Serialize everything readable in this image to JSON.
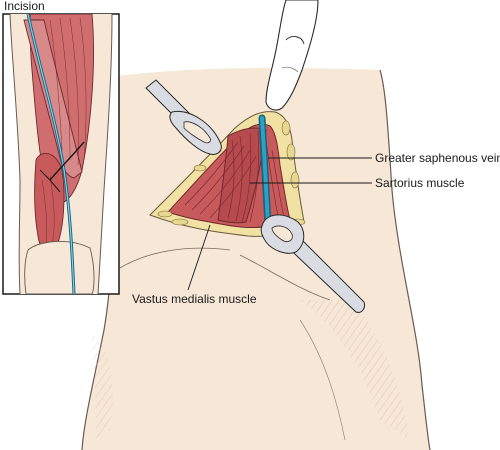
{
  "labels": {
    "inset": "Incision",
    "vein": "Greater saphenous vein",
    "sartorius": "Sartorius muscle",
    "vastus": "Vastus medialis muscle"
  },
  "colors": {
    "skin": "#f6e7d6",
    "muscle": "#c85a5c",
    "muscle_dark": "#8e3336",
    "fat": "#f1e2a4",
    "vein": "#2ea0c4",
    "vein_dark": "#17627c",
    "instrument": "#d9dde3",
    "outline": "#2a2a2a"
  }
}
